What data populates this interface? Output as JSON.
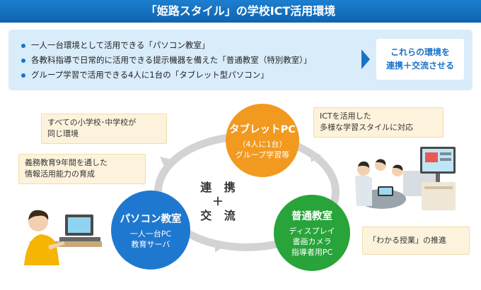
{
  "title": "「姫路スタイル」の学校ICT活用環境",
  "summary": {
    "bullets": [
      "一人一台環境として活用できる「パソコン教室」",
      "各教科指導で日常的に活用できる提示機器を備えた「普通教室（特別教室）」",
      "グループ学習で活用できる4人に1台の「タブレット型パソコン」"
    ],
    "result_line1": "これらの環境を",
    "result_line2": "連携＋交流させる"
  },
  "center": {
    "line1": "連 携",
    "line2": "＋",
    "line3": "交 流"
  },
  "circles": {
    "tablet": {
      "title": "タブレットPC",
      "sub1": "（4人に1台）",
      "sub2": "グループ学習等"
    },
    "pc": {
      "title": "パソコン教室",
      "sub1": "一人一台PC",
      "sub2": "教育サーバ"
    },
    "normal": {
      "title": "普通教室",
      "sub1": "ディスプレイ",
      "sub2": "書画カメラ",
      "sub3": "指導者用PC"
    }
  },
  "notes": {
    "a1": "すべての小学校･中学校が",
    "a2": "同じ環境",
    "b1": "義務教育9年間を通した",
    "b2": "情報活用能力の育成",
    "c1": "ICTを活用した",
    "c2": "多様な学習スタイルに対応",
    "d": "「わかる授業」の推進"
  },
  "colors": {
    "title_bar": "#1470c4",
    "summary_bg": "#d9ecfa",
    "tablet": "#f19a1f",
    "pc": "#1f78cf",
    "normal": "#28a43a",
    "note_bg": "#fdf3dc"
  }
}
